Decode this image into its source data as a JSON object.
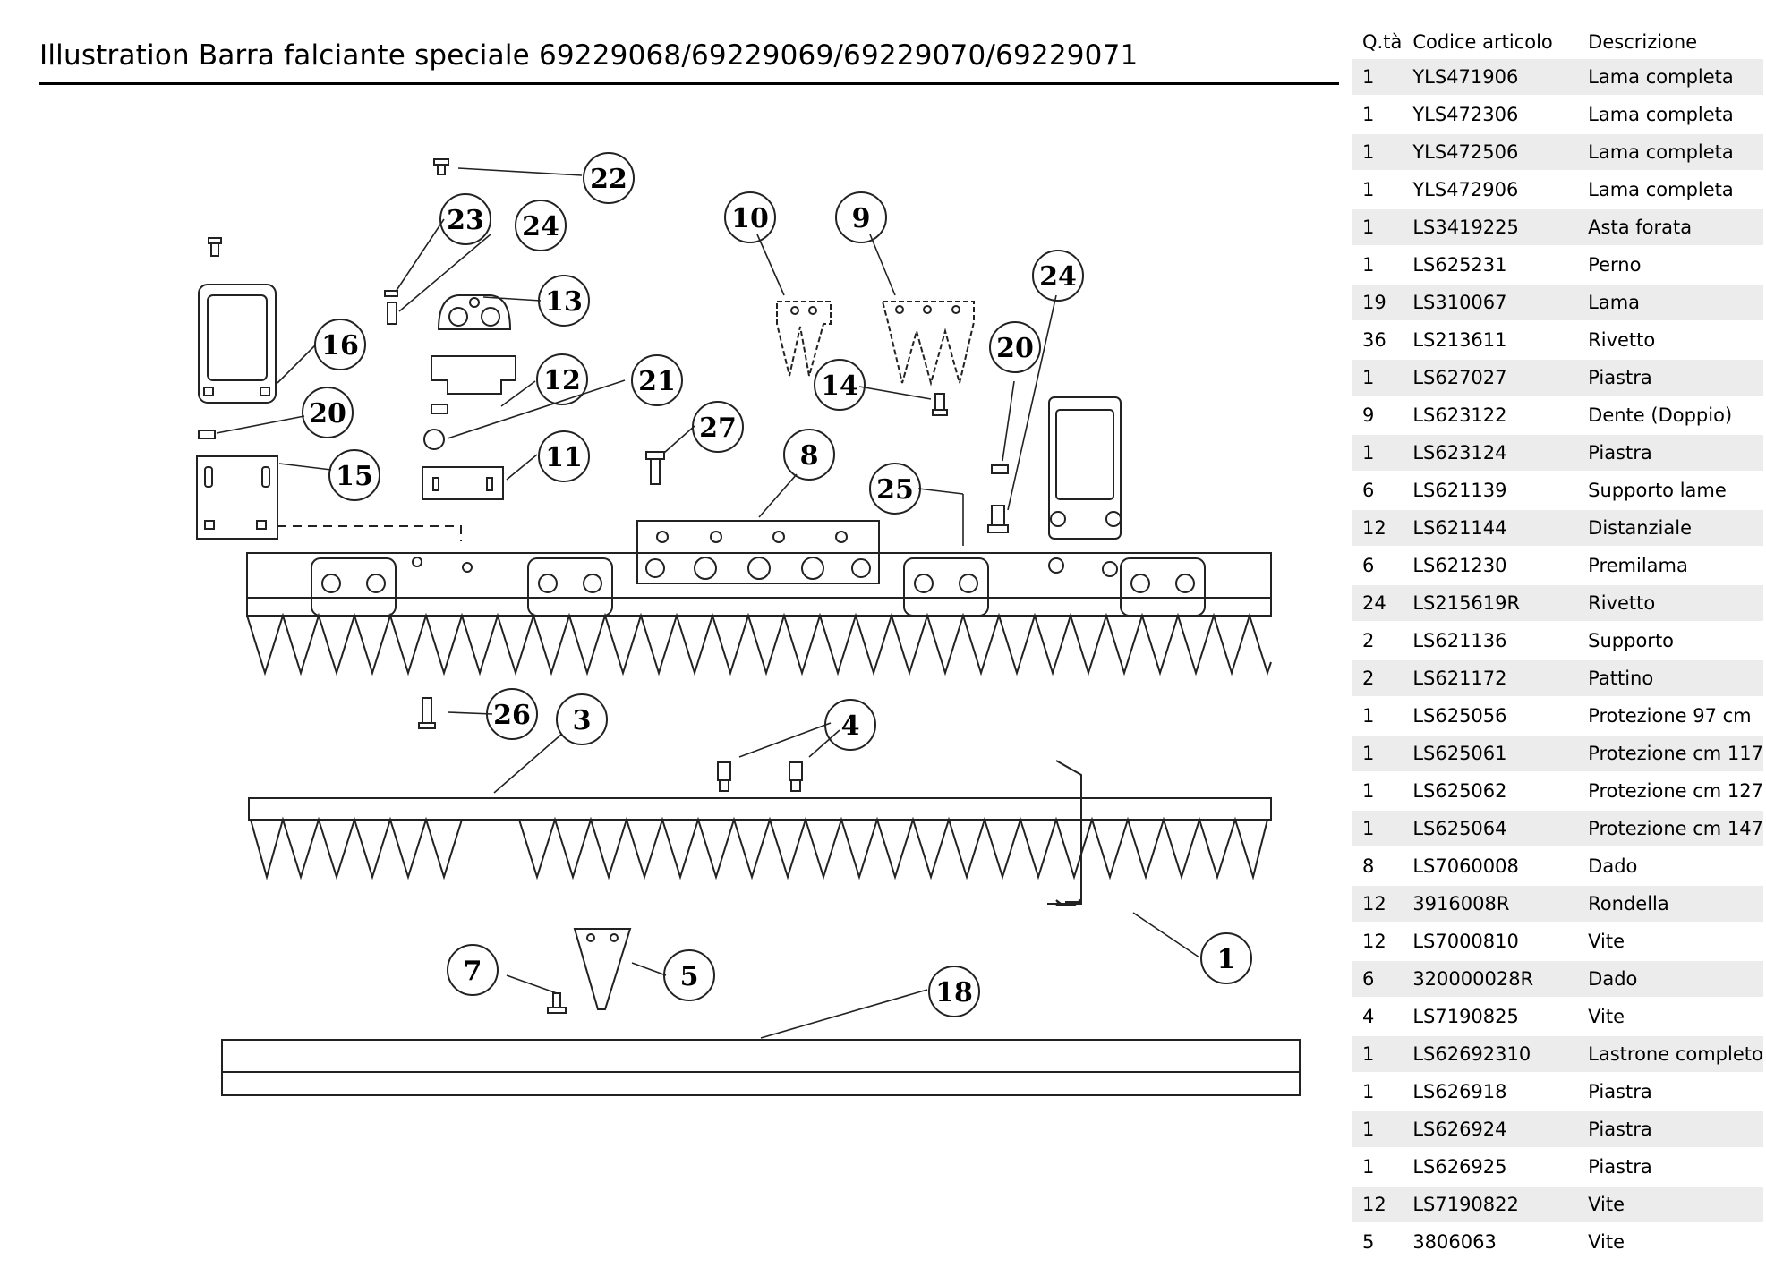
{
  "header": {
    "title": "Illustration  Barra falciante speciale 69229068/69229069/69229070/69229071"
  },
  "table": {
    "columns": [
      "Q.tà",
      "Codice articolo",
      "Descrizione"
    ],
    "rows": [
      [
        "1",
        "YLS471906",
        "Lama completa"
      ],
      [
        "1",
        "YLS472306",
        "Lama completa"
      ],
      [
        "1",
        "YLS472506",
        "Lama completa"
      ],
      [
        "1",
        "YLS472906",
        "Lama completa"
      ],
      [
        "1",
        "LS3419225",
        "Asta forata"
      ],
      [
        "1",
        "LS625231",
        "Perno"
      ],
      [
        "19",
        "LS310067",
        "Lama"
      ],
      [
        "36",
        "LS213611",
        "Rivetto"
      ],
      [
        "1",
        "LS627027",
        "Piastra"
      ],
      [
        "9",
        "LS623122",
        "Dente (Doppio)"
      ],
      [
        "1",
        "LS623124",
        "Piastra"
      ],
      [
        "6",
        "LS621139",
        "Supporto lame"
      ],
      [
        "12",
        "LS621144",
        "Distanziale"
      ],
      [
        "6",
        "LS621230",
        "Premilama"
      ],
      [
        "24",
        "LS215619R",
        "Rivetto"
      ],
      [
        "2",
        "LS621136",
        "Supporto"
      ],
      [
        "2",
        "LS621172",
        "Pattino"
      ],
      [
        "1",
        "LS625056",
        "Protezione 97 cm"
      ],
      [
        "1",
        "LS625061",
        "Protezione cm 117"
      ],
      [
        "1",
        "LS625062",
        "Protezione cm 127"
      ],
      [
        "1",
        "LS625064",
        "Protezione cm 147"
      ],
      [
        "8",
        "LS7060008",
        "Dado"
      ],
      [
        "12",
        "3916008R",
        "Rondella"
      ],
      [
        "12",
        "LS7000810",
        "Vite"
      ],
      [
        "6",
        "320000028R",
        "Dado"
      ],
      [
        "4",
        "LS7190825",
        "Vite"
      ],
      [
        "1",
        "LS62692310",
        "Lastrone completo"
      ],
      [
        "1",
        "LS626918",
        "Piastra"
      ],
      [
        "1",
        "LS626924",
        "Piastra"
      ],
      [
        "1",
        "LS626925",
        "Piastra"
      ],
      [
        "12",
        "LS7190822",
        "Vite"
      ],
      [
        "5",
        "3806063",
        "Vite"
      ]
    ]
  },
  "callouts": [
    "22",
    "23",
    "24",
    "13",
    "10",
    "9",
    "24",
    "16",
    "20",
    "12",
    "21",
    "14",
    "20",
    "27",
    "11",
    "15",
    "8",
    "25",
    "26",
    "3",
    "4",
    "1",
    "7",
    "5",
    "18"
  ]
}
